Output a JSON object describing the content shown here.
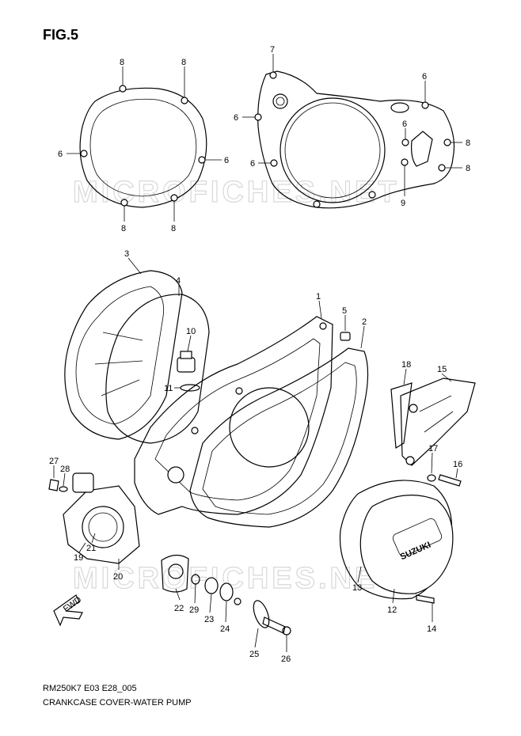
{
  "title": "FIG.5",
  "footer": {
    "code": "RM250K7 E03 E28_005",
    "description": "CRANKCASE COVER-WATER PUMP"
  },
  "watermark": "MICROFICHES.NET",
  "brand_mark": "SUZUKI",
  "fwd_label": "FWD",
  "callouts": [
    {
      "id": "c8a",
      "label": "8"
    },
    {
      "id": "c8b",
      "label": "8"
    },
    {
      "id": "c6a",
      "label": "6"
    },
    {
      "id": "c6b",
      "label": "6"
    },
    {
      "id": "c8c",
      "label": "8"
    },
    {
      "id": "c8d",
      "label": "8"
    },
    {
      "id": "c7",
      "label": "7"
    },
    {
      "id": "c6c",
      "label": "6"
    },
    {
      "id": "c6d",
      "label": "6"
    },
    {
      "id": "c6e",
      "label": "6"
    },
    {
      "id": "c6f",
      "label": "6"
    },
    {
      "id": "c8e",
      "label": "8"
    },
    {
      "id": "c8f",
      "label": "8"
    },
    {
      "id": "c9",
      "label": "9"
    },
    {
      "id": "c3",
      "label": "3"
    },
    {
      "id": "c4",
      "label": "4"
    },
    {
      "id": "c10",
      "label": "10"
    },
    {
      "id": "c11",
      "label": "11"
    },
    {
      "id": "c1",
      "label": "1"
    },
    {
      "id": "c5",
      "label": "5"
    },
    {
      "id": "c2",
      "label": "2"
    },
    {
      "id": "c18",
      "label": "18"
    },
    {
      "id": "c15",
      "label": "15"
    },
    {
      "id": "c17",
      "label": "17"
    },
    {
      "id": "c16",
      "label": "16"
    },
    {
      "id": "c27",
      "label": "27"
    },
    {
      "id": "c28",
      "label": "28"
    },
    {
      "id": "c21",
      "label": "21"
    },
    {
      "id": "c19",
      "label": "19"
    },
    {
      "id": "c20",
      "label": "20"
    },
    {
      "id": "c22",
      "label": "22"
    },
    {
      "id": "c29",
      "label": "29"
    },
    {
      "id": "c23",
      "label": "23"
    },
    {
      "id": "c24",
      "label": "24"
    },
    {
      "id": "c25",
      "label": "25"
    },
    {
      "id": "c26",
      "label": "26"
    },
    {
      "id": "c13",
      "label": "13"
    },
    {
      "id": "c12",
      "label": "12"
    },
    {
      "id": "c14",
      "label": "14"
    }
  ]
}
